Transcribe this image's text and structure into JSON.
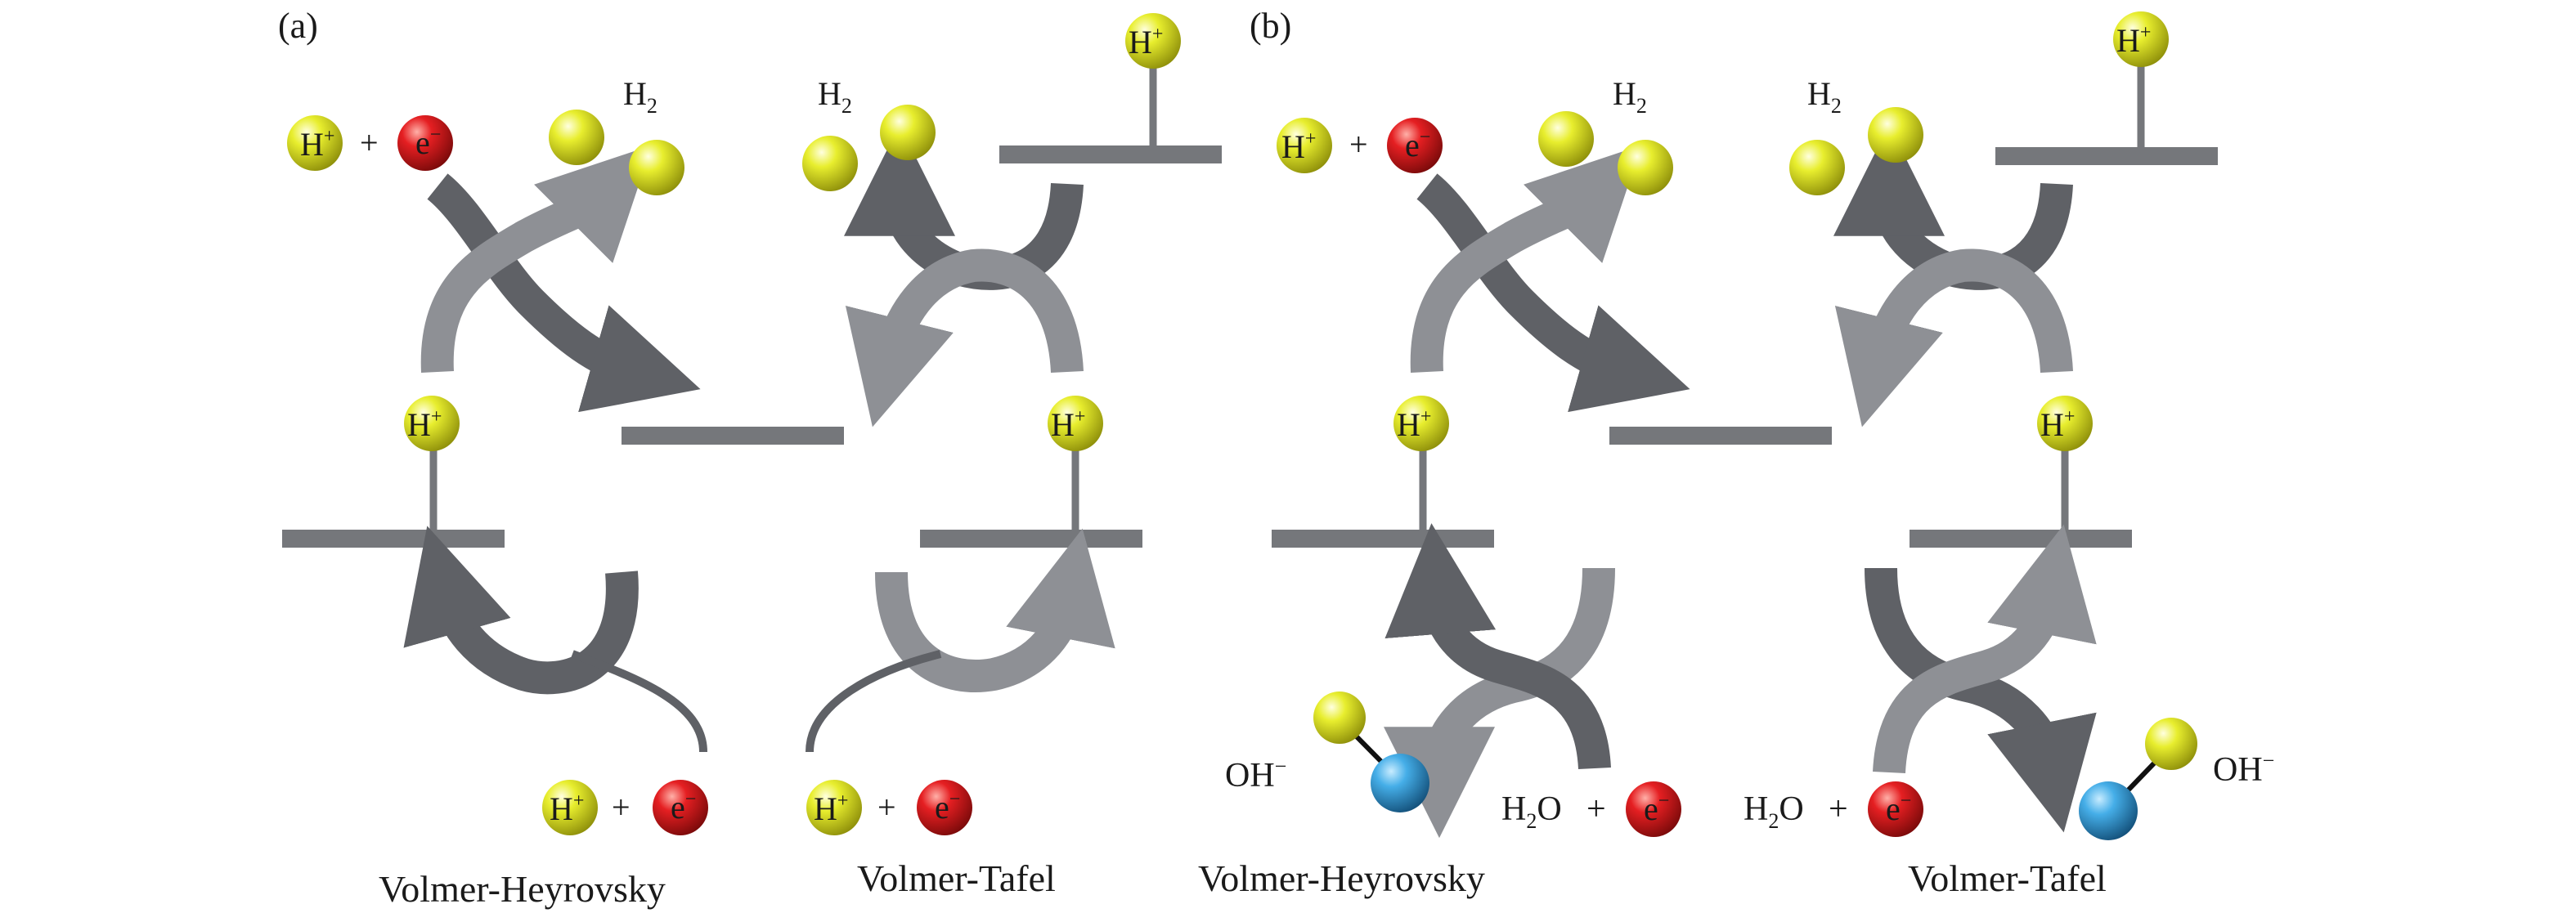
{
  "panels": [
    {
      "label": "(a)",
      "left": {
        "caption": "Volmer-Heyrovsky",
        "h2": "H",
        "h2_sub": "2",
        "plus": "+",
        "proton": "H",
        "proton_sup": "+",
        "electron": "e",
        "electron_sup": "−",
        "adsorbed": "H",
        "adsorbed_sup": "+",
        "bottom_proton": "H",
        "bottom_proton_sup": "+",
        "bottom_plus": "+",
        "bottom_electron": "e",
        "bottom_electron_sup": "−"
      },
      "right": {
        "caption": "Volmer-Tafel",
        "h2": "H",
        "h2_sub": "2",
        "top_adsorbed": "H",
        "top_adsorbed_sup": "+",
        "adsorbed": "H",
        "adsorbed_sup": "+",
        "bottom_proton": "H",
        "bottom_proton_sup": "+",
        "bottom_plus": "+",
        "bottom_electron": "e",
        "bottom_electron_sup": "−"
      }
    },
    {
      "label": "(b)",
      "left": {
        "caption": "Volmer-Heyrovsky",
        "h2": "H",
        "h2_sub": "2",
        "plus": "+",
        "proton": "H",
        "proton_sup": "+",
        "electron": "e",
        "electron_sup": "−",
        "adsorbed": "H",
        "adsorbed_sup": "+",
        "oh": "OH",
        "oh_sup": "−",
        "water": "H",
        "water_sub": "2",
        "water_o": "O",
        "water_plus": "+",
        "water_electron": "e",
        "water_electron_sup": "−"
      },
      "right": {
        "caption": "Volmer-Tafel",
        "h2": "H",
        "h2_sub": "2",
        "top_adsorbed": "H",
        "top_adsorbed_sup": "+",
        "adsorbed": "H",
        "adsorbed_sup": "+",
        "oh": "OH",
        "oh_sup": "−",
        "water": "H",
        "water_sub": "2",
        "water_o": "O",
        "water_plus": "+",
        "water_electron": "e",
        "water_electron_sup": "−"
      }
    }
  ],
  "colors": {
    "hydrogen": "#d9e021",
    "electron": "#d7191c",
    "oxygen": "#3fa9f5",
    "arrow_dark": "#5f6166",
    "arrow_light": "#8e9095",
    "surface": "#75777b"
  }
}
